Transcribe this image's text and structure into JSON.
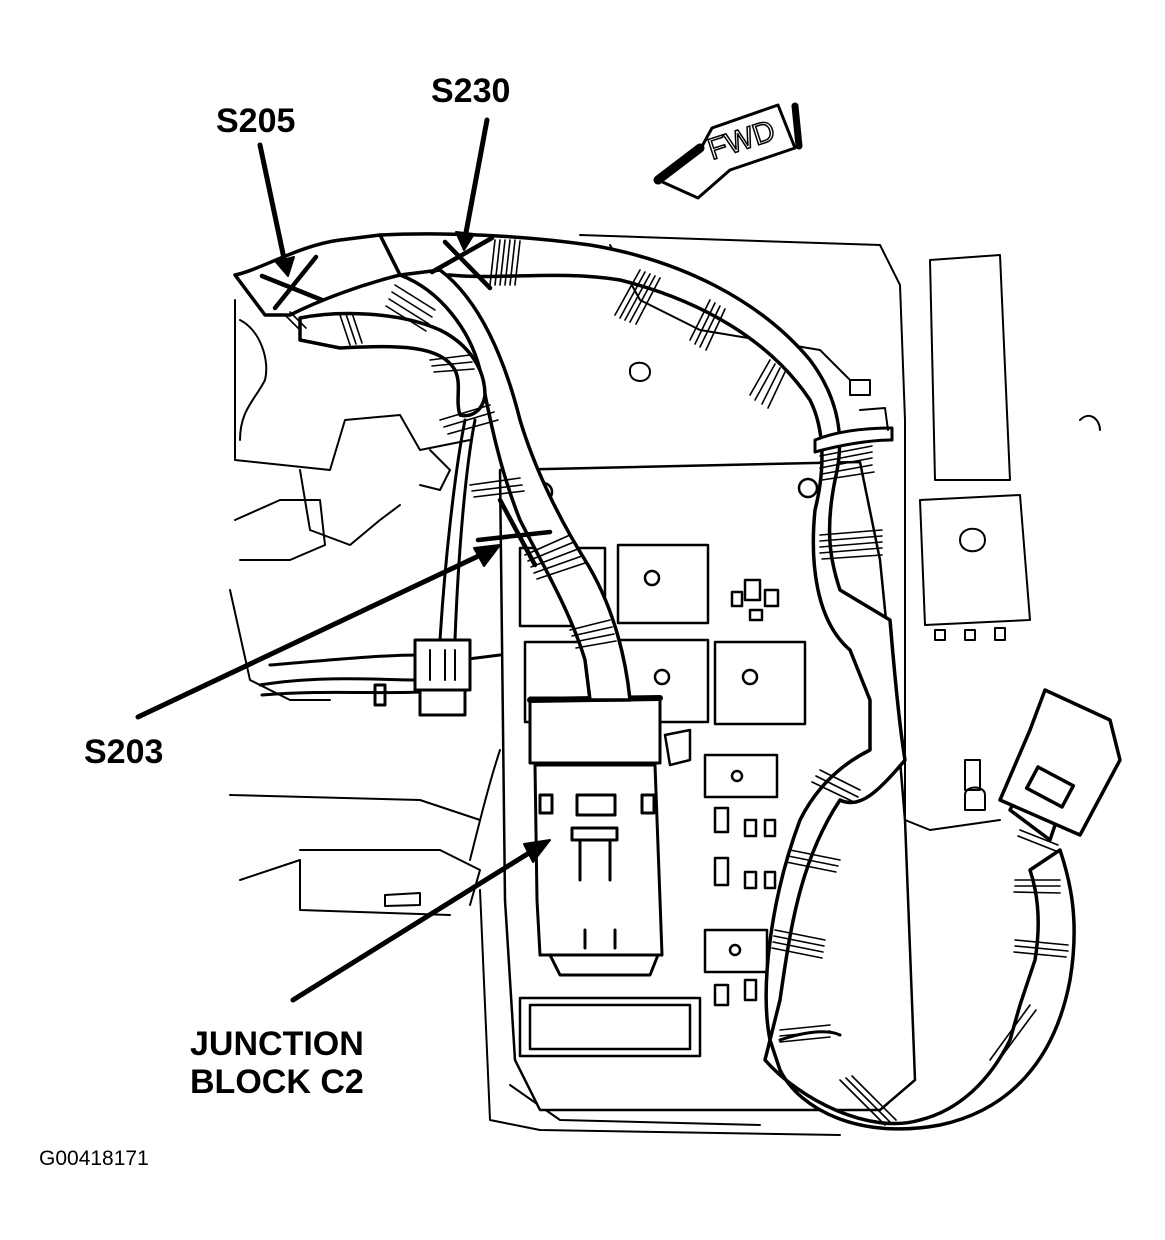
{
  "callouts": {
    "s205": "S205",
    "s230": "S230",
    "s203": "S203",
    "junction_block_line1": "JUNCTION",
    "junction_block_line2": "BLOCK C2"
  },
  "direction_arrow": "FWD",
  "figure_id": "G00418171",
  "colors": {
    "ink": "#000000",
    "paper": "#ffffff"
  }
}
